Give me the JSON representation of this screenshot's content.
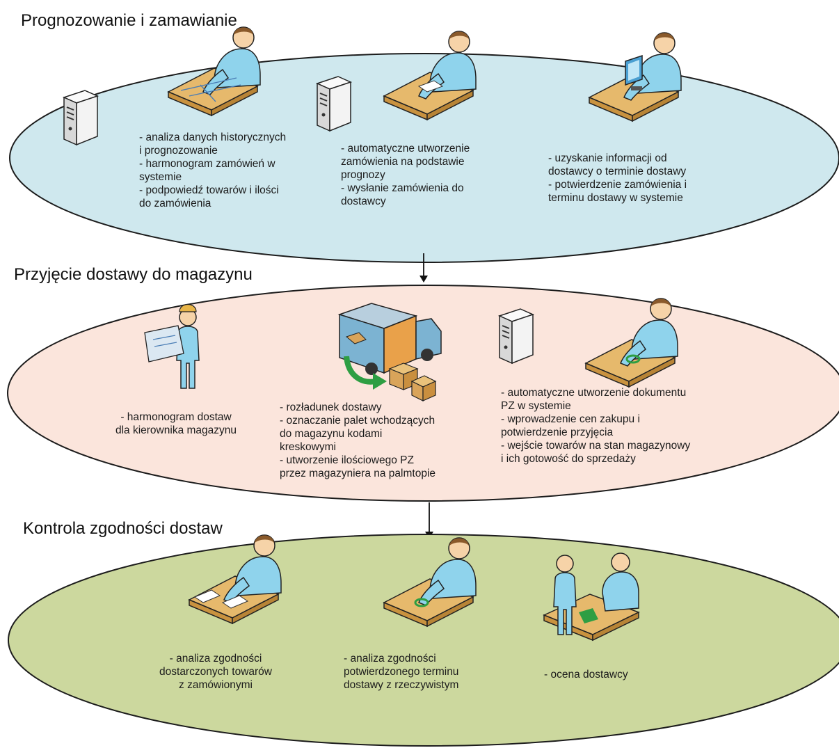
{
  "colors": {
    "ellipse1_fill": "#cfe8ee",
    "ellipse2_fill": "#fbe5dc",
    "ellipse3_fill": "#ccd89e",
    "outline": "#1c1c1c",
    "person": "#8fd3ec",
    "desk": "#e2b56a"
  },
  "sections": [
    {
      "title": "Prognozowanie i zamawianie",
      "items": [
        {
          "icon": "planning-person-icon",
          "lines": [
            "- analiza danych historycznych",
            "i prognozowanie",
            "- harmonogram zamówień w",
            "systemie",
            "- podpowiedź towarów i ilości",
            "do zamówienia"
          ]
        },
        {
          "icon": "writing-person-icon",
          "lines": [
            "- automatyczne utworzenie",
            "zamówienia na podstawie",
            "prognozy",
            "- wysłanie zamówienia do",
            "dostawcy"
          ]
        },
        {
          "icon": "computer-operator-icon",
          "lines": [
            "- uzyskanie informacji od",
            "dostawcy o terminie dostawy",
            "- potwierdzenie zamówienia i",
            "terminu dostawy w systemie"
          ]
        }
      ]
    },
    {
      "title": "Przyjęcie dostawy do magazynu",
      "items": [
        {
          "icon": "warehouse-manager-icon",
          "lines": [
            "- harmonogram dostaw",
            "dla kierownika magazynu"
          ]
        },
        {
          "icon": "delivery-truck-icon",
          "lines": [
            "- rozładunek dostawy",
            "- oznaczanie palet wchodzących",
            "do magazynu kodami",
            "kreskowymi",
            "- utworzenie ilościowego PZ",
            "przez magazyniera na palmtopie"
          ]
        },
        {
          "icon": "stamping-person-icon",
          "lines": [
            "- automatyczne utworzenie dokumentu",
            "PZ w systemie",
            "- wprowadzenie cen zakupu i",
            "potwierdzenie przyjęcia",
            "- wejście towarów na stan magazynowy",
            "i ich gotowość do sprzedaży"
          ]
        }
      ]
    },
    {
      "title": "Kontrola zgodności dostaw",
      "items": [
        {
          "icon": "document-review-icon",
          "lines": [
            "- analiza zgodności",
            "dostarczonych towarów",
            "z zamówionymi"
          ]
        },
        {
          "icon": "stamping-person-icon",
          "lines": [
            "- analiza zgodności",
            "potwierdzonego terminu",
            "dostawy z rzeczywistym"
          ]
        },
        {
          "icon": "meeting-icon",
          "lines": [
            "- ocena dostawcy"
          ]
        }
      ]
    }
  ]
}
